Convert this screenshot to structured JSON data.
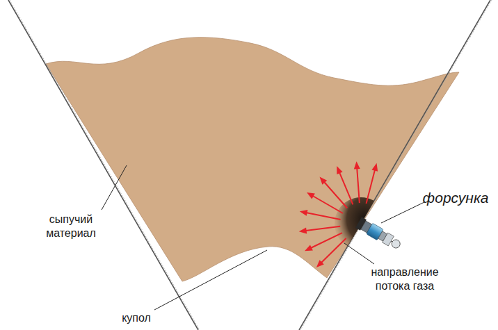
{
  "diagram": {
    "labels": [
      "сыпучий материал",
      "купол",
      "форсунка",
      "направление потока газа"
    ]
  }
}
